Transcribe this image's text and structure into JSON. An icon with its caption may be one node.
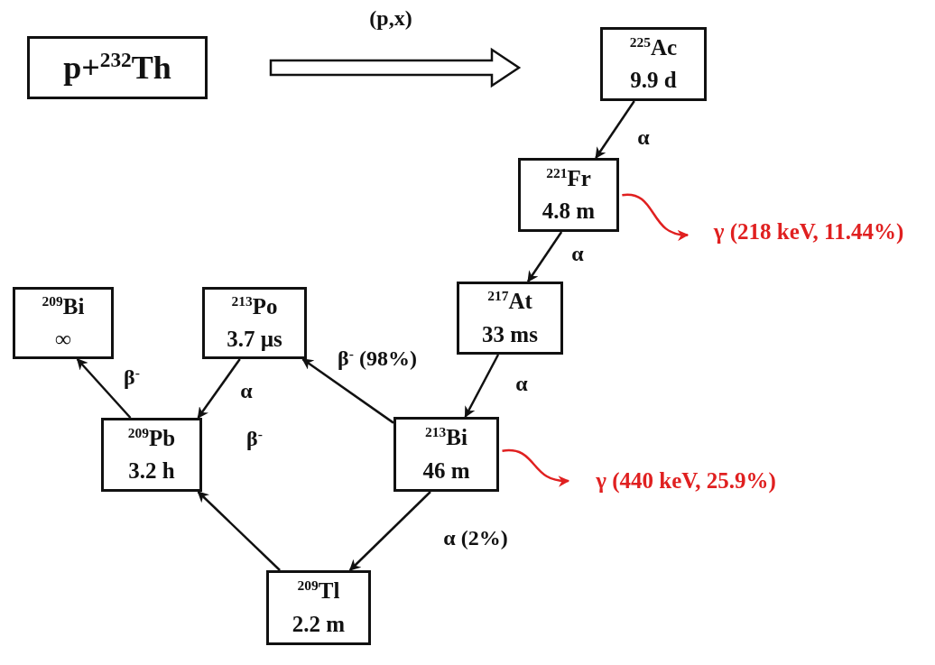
{
  "diagram": {
    "nodes": [
      {
        "text": [
          "p+$^{232}$Th"
        ]
      },
      {
        "text": [
          "$^{225}$Ac",
          "9.9 d"
        ]
      },
      {
        "text": [
          "$^{221}$Fr",
          "4.8 m"
        ]
      },
      {
        "text": [
          "$^{217}$At",
          "33 ms"
        ]
      },
      {
        "text": [
          "$^{209}$Bi",
          "∞"
        ]
      },
      {
        "text": [
          "$^{213}$Po",
          "3.7 µs"
        ]
      },
      {
        "text": [
          "$^{209}$Pb",
          "3.2 h"
        ]
      },
      {
        "text": [
          "$^{213}$Bi",
          "46 m"
        ]
      },
      {
        "text": [
          "$^{209}$Tl",
          "2.2 m"
        ]
      },
      {
        "text": [
          "γ (218 keV, 11.44%)"
        ]
      },
      {
        "text": [
          "γ (440 keV, 25.9%)"
        ]
      }
    ],
    "edges": [
      {
        "from": 0,
        "to": 1,
        "arrow": "to",
        "label": "(p,x)",
        "style": "thick"
      },
      {
        "from": 1,
        "to": 2,
        "arrow": "to",
        "label": "α"
      },
      {
        "from": 2,
        "to": 9,
        "arrow": "to",
        "color": "#e02020"
      },
      {
        "from": 2,
        "to": 3,
        "arrow": "to",
        "label": "α"
      },
      {
        "from": 3,
        "to": 7,
        "arrow": "to",
        "label": "α"
      },
      {
        "from": 7,
        "to": 5,
        "arrow": "to",
        "label": "β$^{-}$ (98%)"
      },
      {
        "from": 5,
        "to": 6,
        "arrow": "to",
        "label": "α"
      },
      {
        "from": 6,
        "to": 4,
        "arrow": "to",
        "label": "β$^{-}$"
      },
      {
        "from": 7,
        "to": 10,
        "arrow": "to",
        "color": "#e02020"
      },
      {
        "from": 7,
        "to": 8,
        "arrow": "to",
        "label": "α (2%)"
      },
      {
        "from": 8,
        "to": 6,
        "arrow": "to",
        "label": "β$^{-}$"
      }
    ]
  }
}
